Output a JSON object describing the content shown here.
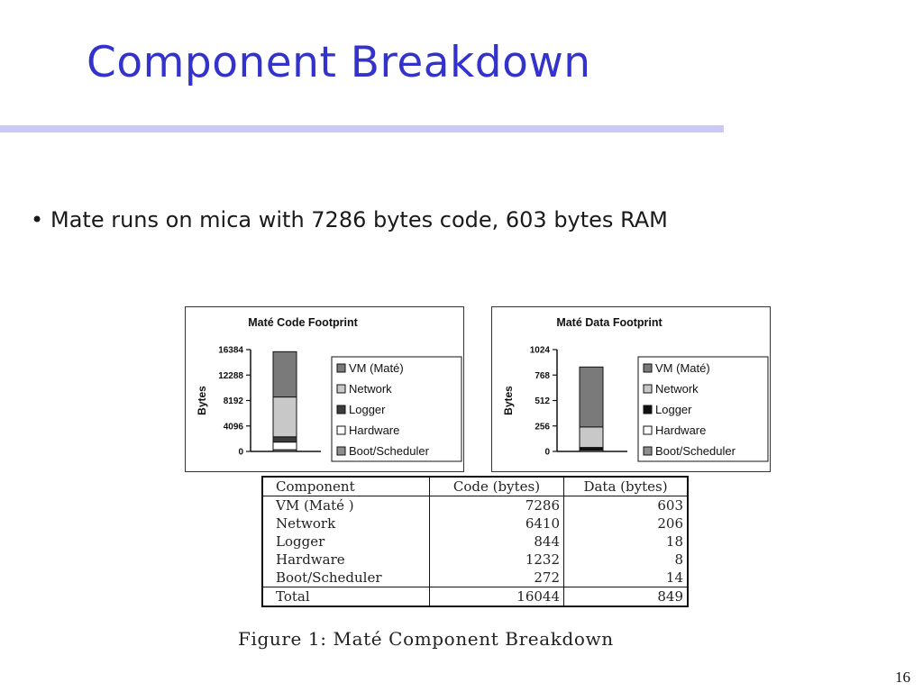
{
  "slide": {
    "title": "Component Breakdown",
    "bullet": "Mate runs on mica with 7286 bytes code, 603 bytes RAM",
    "page_number": "16",
    "title_color": "#3333cc",
    "rule_color": "#c9c9f5"
  },
  "chart_data": [
    {
      "type": "bar",
      "stacked": true,
      "title": "Maté Code Footprint",
      "ylabel": "Bytes",
      "xlabel": "",
      "ylim": [
        0,
        16384
      ],
      "yticks": [
        "16384",
        "12288",
        "8192",
        "4096",
        "0"
      ],
      "grid": false,
      "legend_position": "right",
      "series": [
        {
          "name": "VM (Maté)",
          "values": [
            7286
          ],
          "color": "#7a7a7a"
        },
        {
          "name": "Network",
          "values": [
            6410
          ],
          "color": "#c8c8c8"
        },
        {
          "name": "Logger",
          "values": [
            844
          ],
          "color": "#3c3c3c"
        },
        {
          "name": "Hardware",
          "values": [
            1232
          ],
          "color": "#ffffff"
        },
        {
          "name": "Boot/Scheduler",
          "values": [
            272
          ],
          "color": "#8e8e8e"
        }
      ]
    },
    {
      "type": "bar",
      "stacked": true,
      "title": "Maté Data Footprint",
      "ylabel": "Bytes",
      "xlabel": "",
      "ylim": [
        0,
        1024
      ],
      "yticks": [
        "1024",
        "768",
        "512",
        "256",
        "0"
      ],
      "grid": false,
      "legend_position": "right",
      "series": [
        {
          "name": "VM (Maté)",
          "values": [
            603
          ],
          "color": "#7a7a7a"
        },
        {
          "name": "Network",
          "values": [
            206
          ],
          "color": "#c8c8c8"
        },
        {
          "name": "Logger",
          "values": [
            18
          ],
          "color": "#111111"
        },
        {
          "name": "Hardware",
          "values": [
            8
          ],
          "color": "#ffffff"
        },
        {
          "name": "Boot/Scheduler",
          "values": [
            14
          ],
          "color": "#8e8e8e"
        }
      ]
    },
    {
      "type": "table",
      "columns": [
        "Component",
        "Code (bytes)",
        "Data (bytes)"
      ],
      "rows": [
        [
          "VM (Maté )",
          "7286",
          "603"
        ],
        [
          "Network",
          "6410",
          "206"
        ],
        [
          "Logger",
          "844",
          "18"
        ],
        [
          "Hardware",
          "1232",
          "8"
        ],
        [
          "Boot/Scheduler",
          "272",
          "14"
        ]
      ],
      "total": [
        "Total",
        "16044",
        "849"
      ]
    }
  ],
  "figure": {
    "caption": "Figure 1:  Maté Component Breakdown"
  }
}
